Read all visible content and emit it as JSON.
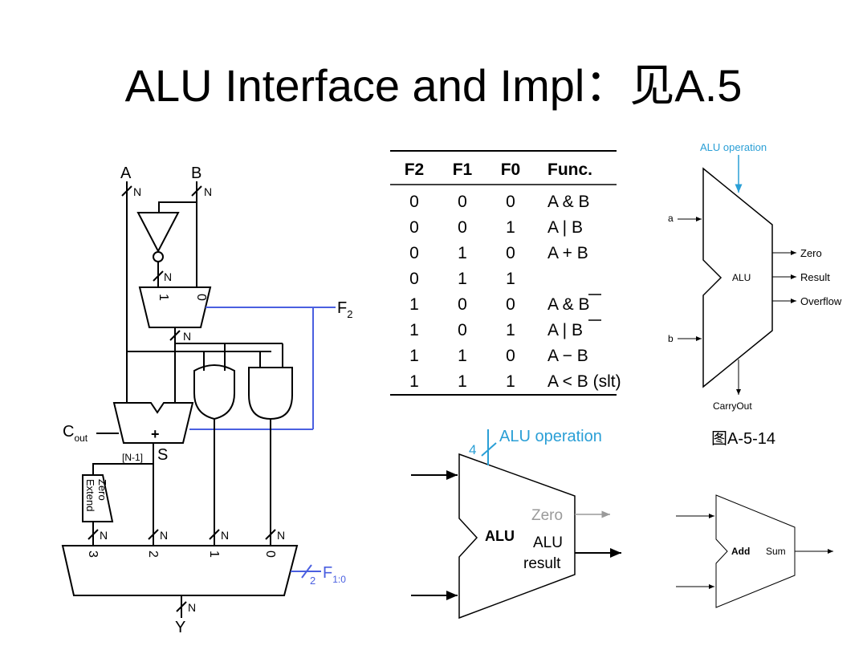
{
  "slide": {
    "title": "ALU Interface and Impl：见A.5"
  },
  "schematic": {
    "input_a": "A",
    "input_b": "B",
    "bus_n": "N",
    "mux_in1": "1",
    "mux_in0": "0",
    "control_f2": "F",
    "control_f2_sub": "2",
    "adder_sign": "+",
    "carry_out": "C",
    "carry_out_sub": "out",
    "sum_msb": "[N-1]",
    "sum_label": "S",
    "zero_extend_line1": "Zero",
    "zero_extend_line2": "Extend",
    "outmux_in3": "3",
    "outmux_in2": "2",
    "outmux_in1": "1",
    "outmux_in0": "0",
    "select_width": "2",
    "select_f": "F",
    "select_f_sub": "1:0",
    "output_y": "Y"
  },
  "truth_table": {
    "headers": [
      "F2",
      "F1",
      "F0",
      "Func."
    ],
    "rows": [
      [
        "0",
        "0",
        "0",
        "A & B"
      ],
      [
        "0",
        "0",
        "1",
        "A | B"
      ],
      [
        "0",
        "1",
        "0",
        "A + B"
      ],
      [
        "0",
        "1",
        "1",
        ""
      ],
      [
        "1",
        "0",
        "0",
        "A & B"
      ],
      [
        "1",
        "0",
        "1",
        "A | B"
      ],
      [
        "1",
        "1",
        "0",
        "A − B"
      ],
      [
        "1",
        "1",
        "1",
        "A < B (slt)"
      ]
    ]
  },
  "alu_symbol_top": {
    "operation": "ALU operation",
    "input_a": "a",
    "input_b": "b",
    "center": "ALU",
    "out_zero": "Zero",
    "out_result": "Result",
    "out_overflow": "Overflow",
    "carry_out": "CarryOut",
    "caption": "图A-5-14"
  },
  "alu_symbol_bottom": {
    "operation": "ALU operation",
    "op_width": "4",
    "center": "ALU",
    "zero": "Zero",
    "result_line1": "ALU",
    "result_line2": "result"
  },
  "adder_symbol": {
    "center": "Add",
    "output": "Sum"
  },
  "colors": {
    "wire": "#000000",
    "control_wire": "#4a5fe0",
    "annotation_blue": "#2a9fd6",
    "gray_text": "#9a9a9a"
  }
}
